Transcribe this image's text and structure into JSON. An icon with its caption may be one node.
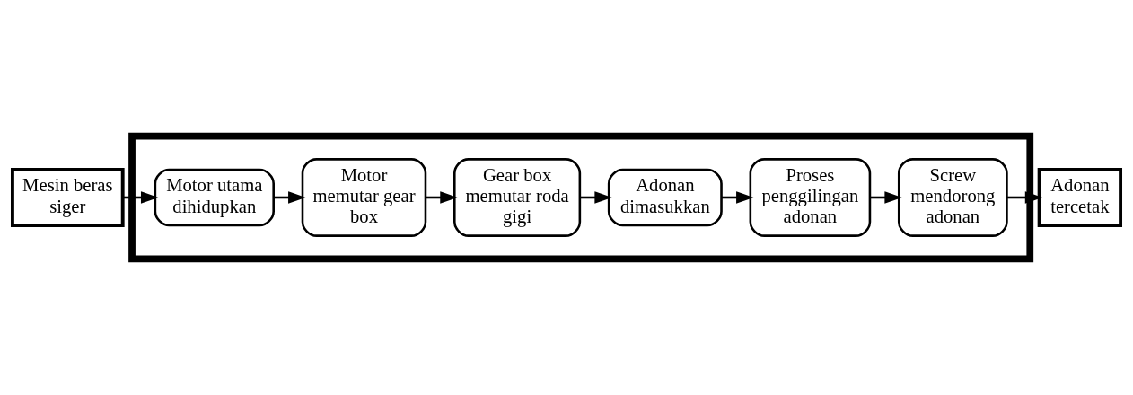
{
  "diagram": {
    "nodes": [
      {
        "text": [
          "Mesin beras siger"
        ]
      },
      {
        "text": [],
        "shape": "box"
      },
      {
        "text": [
          "Motor utama dihidupkan"
        ],
        "in": 1
      },
      {
        "text": [
          "Motor memutar gear box"
        ],
        "in": 1
      },
      {
        "text": [
          "Gear box memutar roda gigi"
        ],
        "in": 1
      },
      {
        "text": [
          "Adonan dimasukkan"
        ],
        "in": 1
      },
      {
        "text": [
          "Proses penggilingan adonan"
        ],
        "in": 1
      },
      {
        "text": [
          "Screw mendorong adonan"
        ],
        "in": 1
      },
      {
        "text": [
          "Adonan tercetak"
        ]
      }
    ],
    "edges": [
      {
        "from": 0,
        "to": 2,
        "arrow": "to"
      },
      {
        "from": 2,
        "to": 3,
        "arrow": "to"
      },
      {
        "from": 3,
        "to": 4,
        "arrow": "to"
      },
      {
        "from": 4,
        "to": 5,
        "arrow": "to"
      },
      {
        "from": 5,
        "to": 6,
        "arrow": "to"
      },
      {
        "from": 6,
        "to": 7,
        "arrow": "to"
      },
      {
        "from": 7,
        "to": 8,
        "arrow": "to"
      }
    ]
  }
}
